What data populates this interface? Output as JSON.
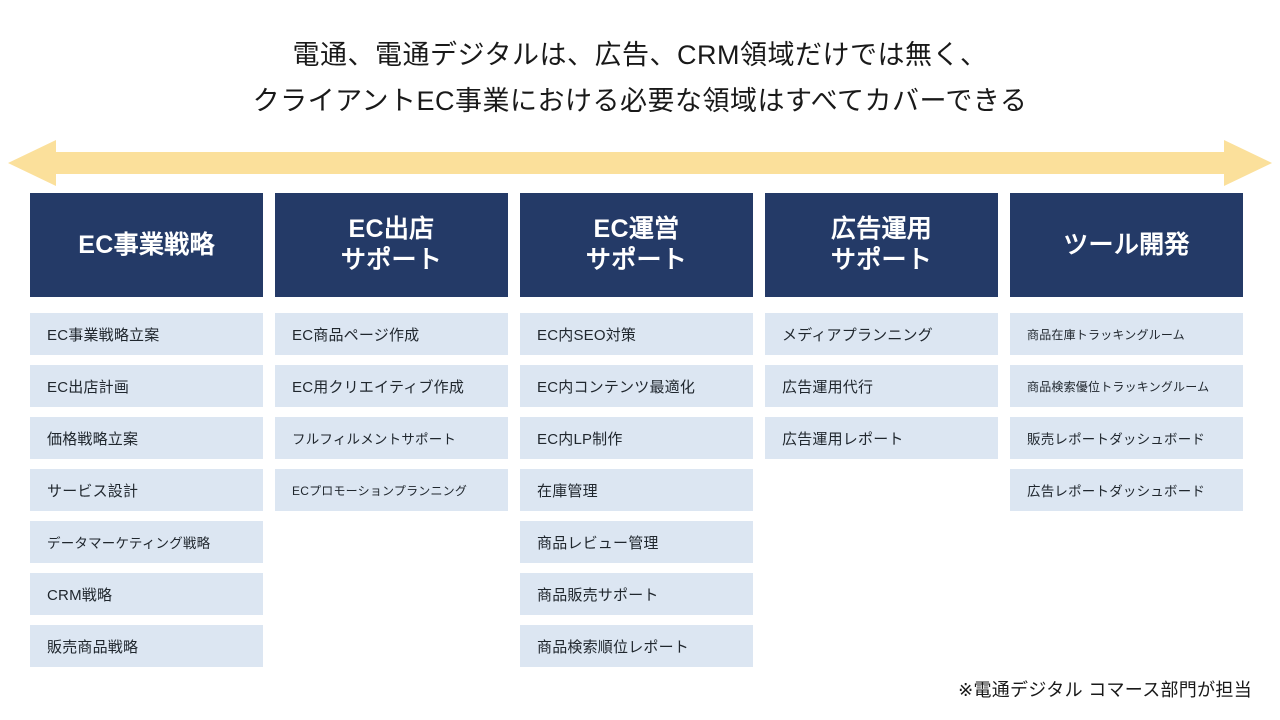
{
  "title": {
    "line1": "電通、電通デジタルは、広告、CRM領域だけでは無く、",
    "line2": "クライアントEC事業における必要な領域はすべてカバーできる"
  },
  "arrow": {
    "name": "double-headed-arrow",
    "color": "#fbe09b",
    "direction": "both"
  },
  "colors": {
    "header_bg": "#243a67",
    "header_text": "#ffffff",
    "item_bg": "#dce6f2",
    "item_text": "#20272e",
    "arrow": "#fbe09b",
    "title_text": "#191919"
  },
  "columns": [
    {
      "header": "EC事業戦略",
      "size": "md",
      "items": [
        "EC事業戦略立案",
        "EC出店計画",
        "価格戦略立案",
        "サービス設計",
        "データマーケティング戦略",
        "CRM戦略",
        "販売商品戦略"
      ]
    },
    {
      "header": "EC出店\nサポート",
      "size": "md",
      "items": [
        "EC商品ページ作成",
        "EC用クリエイティブ作成",
        "フルフィルメントサポート",
        "ECプロモーションプランニング"
      ]
    },
    {
      "header": "EC運営\nサポート",
      "size": "md",
      "items": [
        "EC内SEO対策",
        "EC内コンテンツ最適化",
        "EC内LP制作",
        "在庫管理",
        "商品レビュー管理",
        "商品販売サポート",
        "商品検索順位レポート"
      ]
    },
    {
      "header": "広告運用\nサポート",
      "size": "md",
      "items": [
        "メディアプランニング",
        "広告運用代行",
        "広告運用レポート"
      ]
    },
    {
      "header": "ツール開発",
      "size": "sm",
      "items": [
        "商品在庫トラッキングルーム",
        "商品検索優位トラッキングルーム",
        "販売レポートダッシュボード",
        "広告レポートダッシュボード"
      ]
    }
  ],
  "footnote": "※電通デジタル コマース部門が担当"
}
